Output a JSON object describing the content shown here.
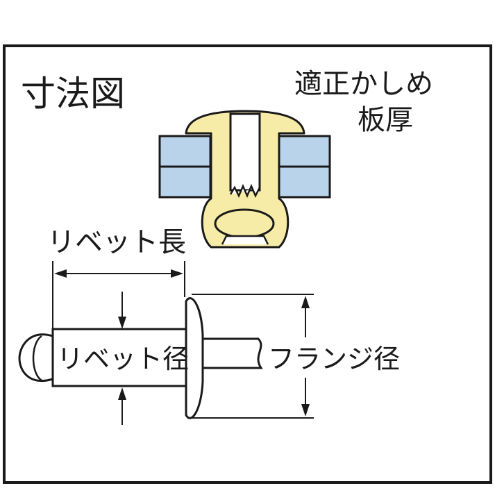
{
  "title": "寸法図",
  "grip_range_label_line1": "適正かしめ",
  "grip_range_label_line2": "板厚",
  "rivet_length_label": "リベット長",
  "rivet_diameter_label": "リベット径",
  "flange_diameter_label": "フランジ径",
  "colors": {
    "plate": "#b9d3ea",
    "rivet_body": "#f6eca8",
    "outline": "#1a1a1a",
    "background": "#ffffff"
  }
}
